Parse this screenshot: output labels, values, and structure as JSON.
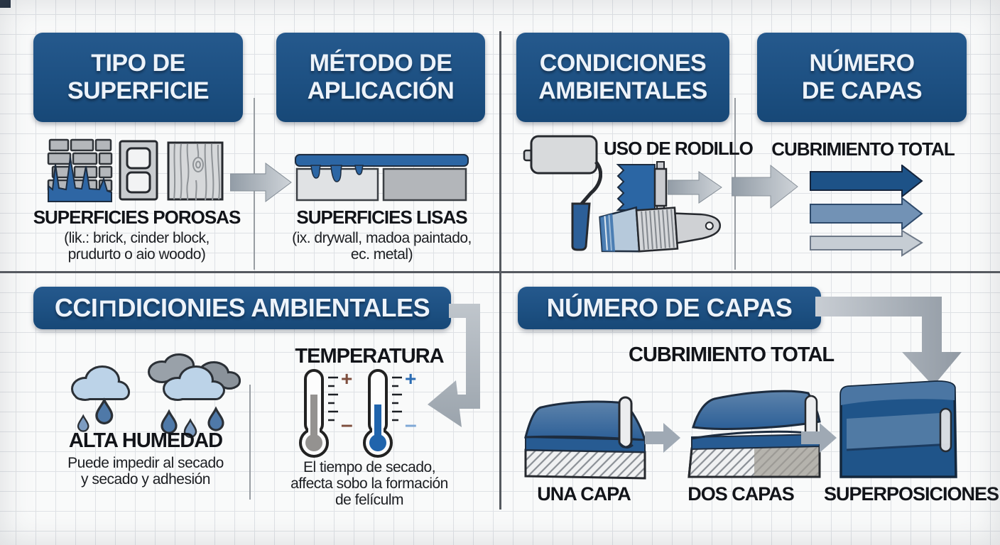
{
  "colors": {
    "header_blue": "#1d5082",
    "paint_blue": "#2b66a4",
    "arrow_dark_blue": "#1d5287",
    "arrow_medium_blue": "#7292b5",
    "arrow_light_gray": "#c6cdd4",
    "silver_arrow": "#a9b1ba",
    "divider_gray": "#55595f"
  },
  "icons": [
    "brick-wall-icon",
    "cinder-block-icon",
    "wood-grain-icon",
    "right-arrow-icon",
    "painted-surface-icon",
    "paint-roller-icon",
    "roller-swath-icon",
    "paint-brush-icon",
    "coverage-arrow-icon",
    "rain-cloud-icon",
    "rain-clouds-icon",
    "thermometer-icon",
    "elbow-arrow-icon",
    "one-coat-icon",
    "two-coats-icon",
    "overlap-block-icon"
  ],
  "top_row": {
    "panels": [
      {
        "title": "TIPO DE\nSUPERFICIE",
        "label": "SUPERFICIES POROSAS",
        "sublabel": "(lik.: brick, cinder block,\npɾudurto o aio woodo)"
      },
      {
        "title": "MÉTODO DE\nAPLICACIÓN",
        "label": "SUPERFICIES LISAS",
        "sublabel": "(ix. drywall, madoa paintado,\nec. metal)"
      },
      {
        "title": "CONDICIONES\nAMBIENTALES",
        "label": "USO DE RODILLO"
      },
      {
        "title": "NÚMERO\nDE CAPAS",
        "label": "CUBRIMIENTO TOTAL"
      }
    ]
  },
  "bottom_left": {
    "title": "CCI⊓DICIONIES AMBIENTALES",
    "humidity": {
      "label": "ALTA HUMEDAD",
      "sublabel": "Puede impedir al secado\ny secado y adhesión"
    },
    "temperature": {
      "label": "TEMPERATURA",
      "sublabel": "El tiempo de secado,\naffecta sobo la formación\nde felículm",
      "plus": "+",
      "minus": "–"
    }
  },
  "bottom_right": {
    "title": "NÚMERO DE CAPAS",
    "label": "CUBRIMIENTO TOTAL",
    "items": [
      {
        "label": "UNA CAPA"
      },
      {
        "label": "DOS CAPAS"
      },
      {
        "label": "SUPERPOSICIONES"
      }
    ]
  }
}
